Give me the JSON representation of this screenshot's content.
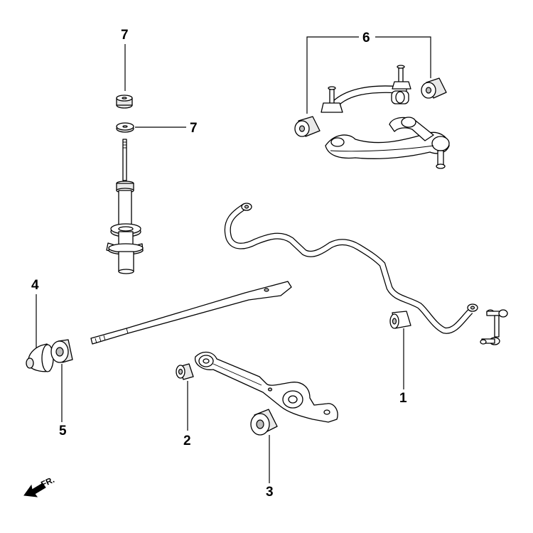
{
  "callouts": {
    "c1": "1",
    "c2": "2",
    "c3": "3",
    "c4": "4",
    "c5": "5",
    "c6": "6",
    "c7a": "7",
    "c7b": "7"
  },
  "direction": {
    "label": "FR.",
    "icon": "front-arrow-icon"
  },
  "colors": {
    "stroke": "#000000",
    "background": "#ffffff"
  }
}
